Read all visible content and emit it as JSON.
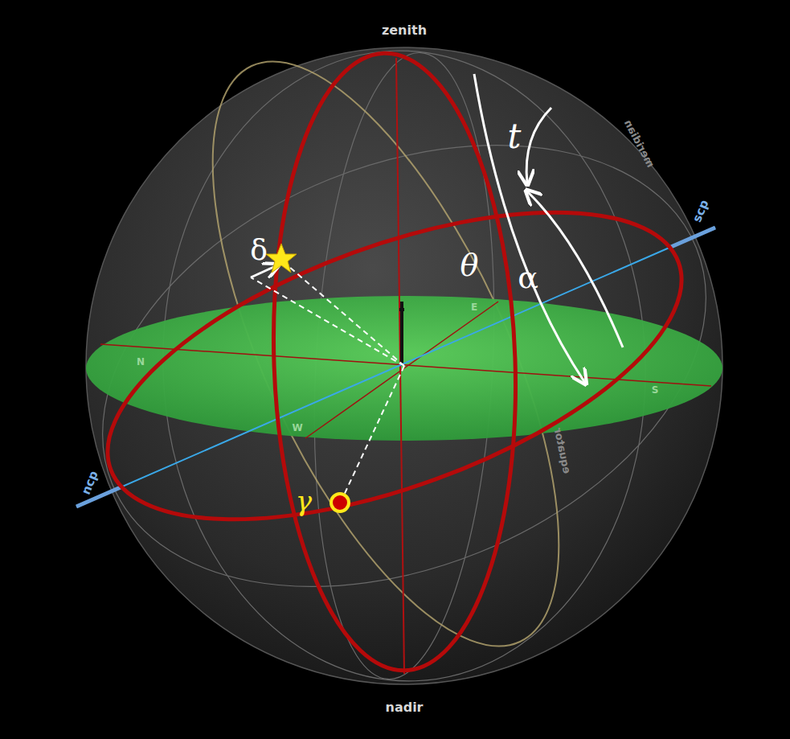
{
  "diagram": {
    "labels": [
      "zenith",
      "nadir",
      "ncp",
      "scp",
      "t",
      "θ",
      "α",
      "δ",
      "γ",
      "meridian",
      "equator",
      "N",
      "E",
      "S",
      "W"
    ]
  }
}
